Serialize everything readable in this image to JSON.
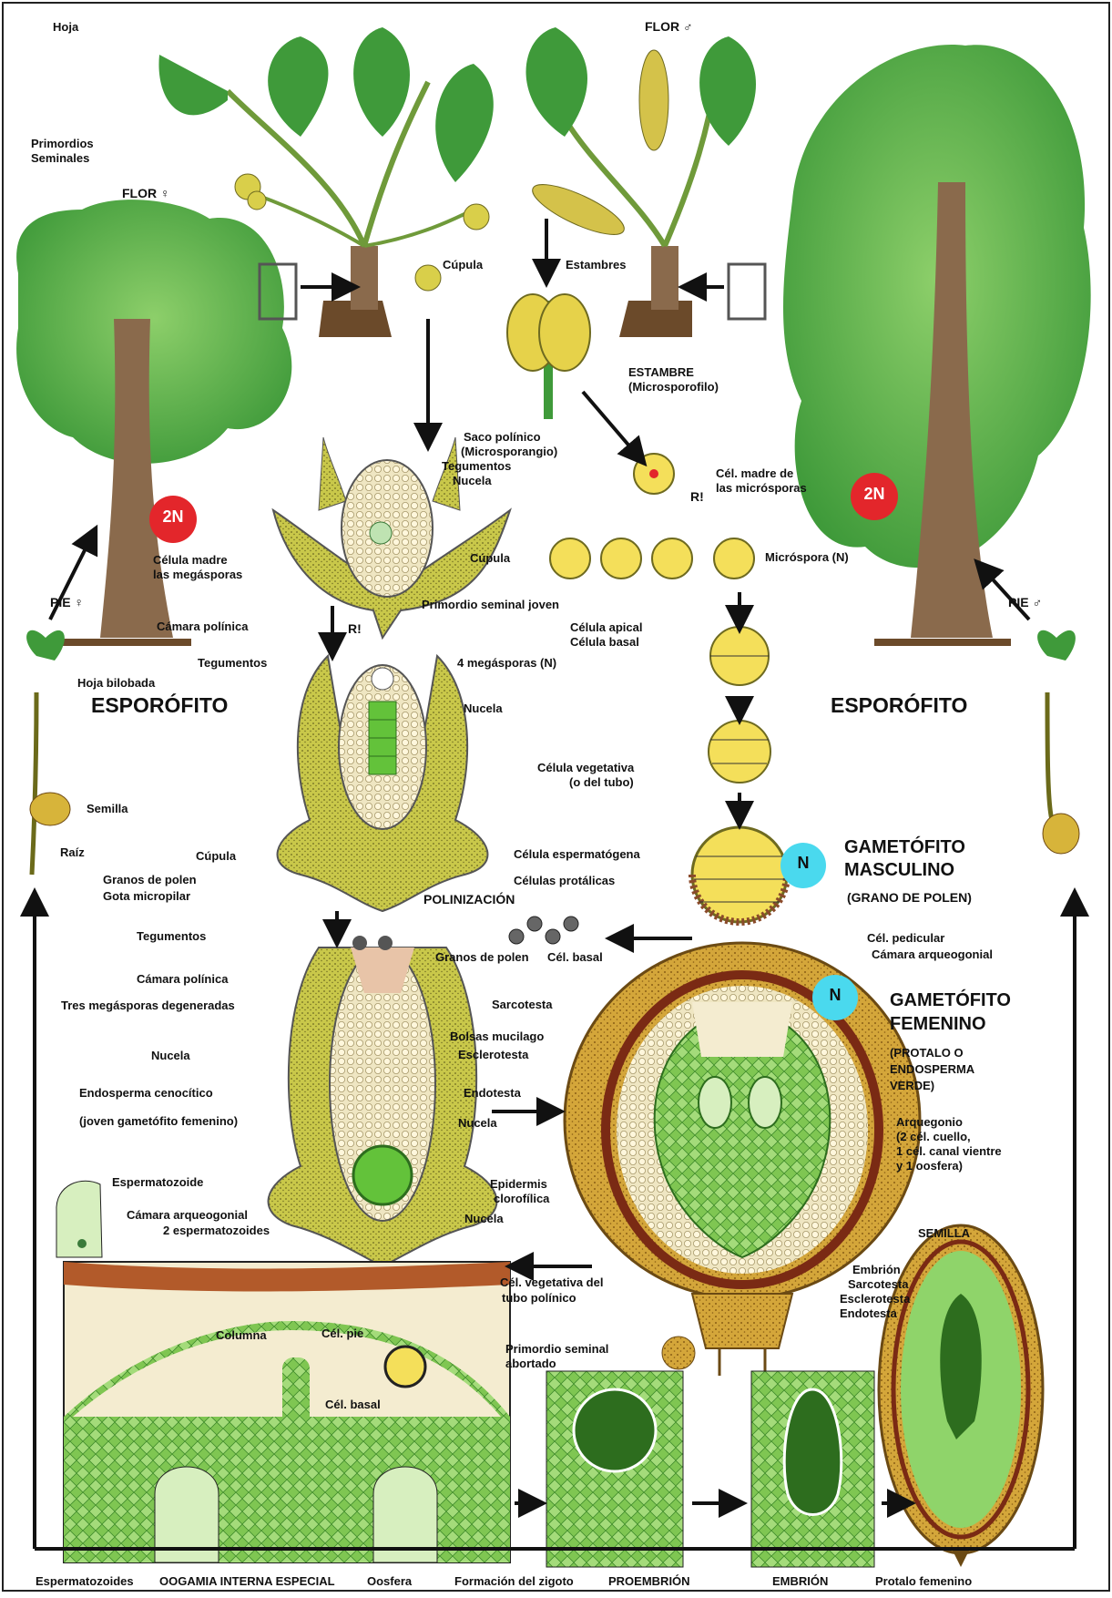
{
  "colors": {
    "leaf": "#3c9a2c",
    "leaf_light": "#7cc24e",
    "trunk": "#7a5134",
    "yellow": "#ecd04a",
    "ochre": "#c9a23a",
    "badge_red": "#e3262b",
    "badge_cyan": "#4ad9ee",
    "cell_green": "#9fd97a",
    "cream": "#f4ecd0"
  },
  "labels": {
    "hoja": "Hoja",
    "flor_male": "FLOR ♂",
    "primordios": "Primordios",
    "seminales": "Seminales",
    "flor_female": "FLOR ♀",
    "cupula1": "Cúpula",
    "estambres": "Estambres",
    "estambre": "ESTAMBRE",
    "microsporofilo": "(Microsporofilo)",
    "saco": "Saco polínico",
    "microsporangio": "(Microsporangio)",
    "tegumentos1": "Tegumentos",
    "nucela1": "Nucela",
    "cel_madre_micro1": "Cél. madre de",
    "cel_madre_micro2": "las micrósporas",
    "badge_2n": "2N",
    "celula_madre1": "Célula madre",
    "celula_madre2": "las megásporas",
    "cupula2": "Cúpula",
    "primordio_joven": "Primordio seminal joven",
    "microspora": "Micróspora (N)",
    "r_mark": "R!",
    "pie_f": "PIE ♀",
    "pie_m": "PIE ♂",
    "camara_polinica1": "Cámara polínica",
    "tegumentos2": "Tegumentos",
    "megasporas4": "4 megásporas (N)",
    "nucela2": "Nucela",
    "celula_apical": "Célula apical",
    "celula_basal": "Célula basal",
    "hoja_bilobada": "Hoja bilobada",
    "esporofito": "ESPORÓFITO",
    "celula_vegetativa1": "Célula vegetativa",
    "celula_vegetativa2": "(o del tubo)",
    "semilla": "Semilla",
    "raiz": "Raíz",
    "cupula3": "Cúpula",
    "badge_n": "N",
    "gametofito_m1": "GAMETÓFITO",
    "gametofito_m2": "MASCULINO",
    "grano_polen": "(GRANO DE POLEN)",
    "cel_espermatogena": "Célula espermatógena",
    "cel_protalicas": "Células protálicas",
    "granos_polen1": "Granos de polen",
    "gota": "Gota micropilar",
    "polinizacion": "POLINIZACIÓN",
    "cel_pedicular": "Cél. pedicular",
    "camara_arq1": "Cámara arqueogonial",
    "tegumentos3": "Tegumentos",
    "granos_polen2": "Granos de polen",
    "cel_basal1": "Cél. basal",
    "camara_polinica2": "Cámara polínica",
    "tres_megasporas": "Tres megásporas degeneradas",
    "sarcotesta1": "Sarcotesta",
    "gametofito_f1": "GAMETÓFITO",
    "gametofito_f2": "FEMENINO",
    "bolsas": "Bolsas mucilago",
    "esclerotesta1": "Esclerotesta",
    "protalo1": "(PROTALO O",
    "protalo2": "ENDOSPERMA",
    "protalo3": "VERDE)",
    "nucela3": "Nucela",
    "endosperma1": "Endosperma cenocítico",
    "endosperma2": "(joven gametófito femenino)",
    "endotesta1": "Endotesta",
    "nucela4": "Nucela",
    "arq1": "Arquegonio",
    "arq2": "(2 cél. cuello,",
    "arq3": "1 cél. canal vientre",
    "arq4": "y 1 oosfera)",
    "espermatozoide": "Espermatozoide",
    "epidermis1": "Epidermis",
    "epidermis2": "clorofílica",
    "nucela5": "Nucela",
    "camara_arq2": "Cámara arqueogonial",
    "dos_esperm": "2 espermatozoides",
    "semilla_up": "SEMILLA",
    "cel_veg_tubo1": "Cél. vegetativa del",
    "cel_veg_tubo2": "tubo polínico",
    "embrion1": "Embrión",
    "sarcotesta2": "Sarcotesta",
    "esclerotesta2": "Esclerotesta",
    "endotesta2": "Endotesta",
    "columna": "Columna",
    "cel_pie": "Cél. pie",
    "primordio_abortado1": "Primordio seminal",
    "primordio_abortado2": "abortado",
    "cel_basal2": "Cél. basal",
    "b_espermatozoides": "Espermatozoides",
    "b_oogamia": "OOGAMIA INTERNA ESPECIAL",
    "b_oosfera": "Oosfera",
    "b_formacion": "Formación del zigoto",
    "b_proembrion": "PROEMBRIÓN",
    "b_embrion": "EMBRIÓN",
    "b_protalo": "Protalo femenino"
  }
}
